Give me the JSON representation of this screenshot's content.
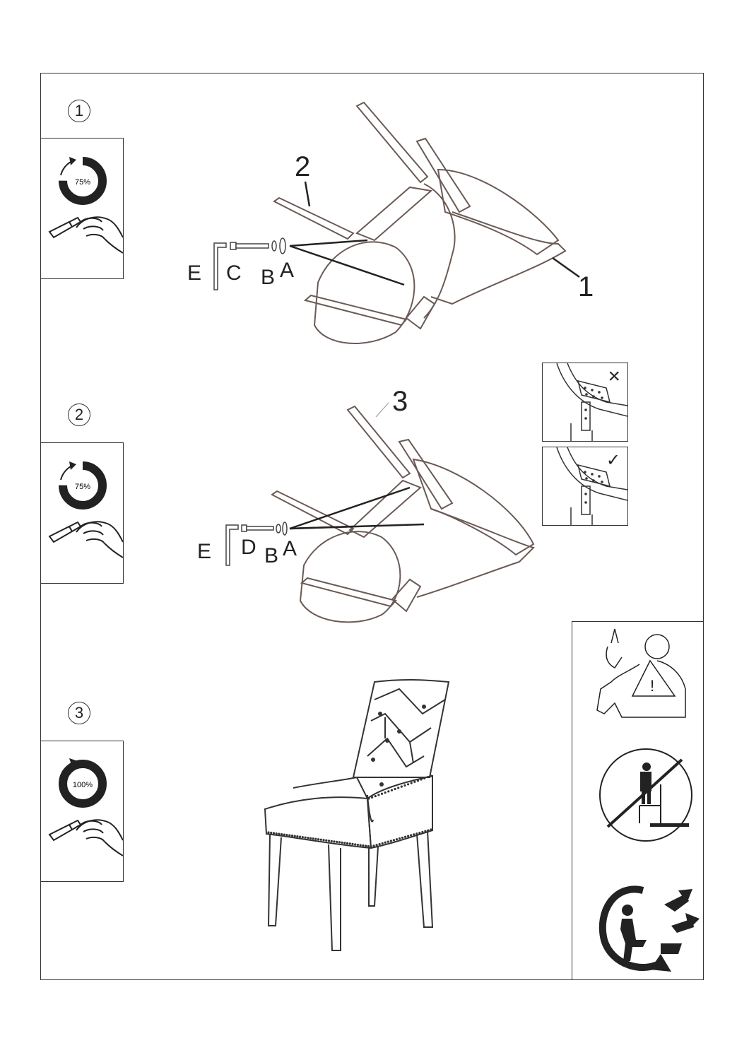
{
  "steps": [
    {
      "number": "1",
      "tool_percent": "75%"
    },
    {
      "number": "2",
      "tool_percent": "75%"
    },
    {
      "number": "3",
      "tool_percent": "100%"
    }
  ],
  "step1": {
    "part_labels": [
      "2",
      "1"
    ],
    "hardware_labels": [
      "E",
      "C",
      "B",
      "A"
    ]
  },
  "step2": {
    "part_labels": [
      "3"
    ],
    "hardware_labels": [
      "E",
      "D",
      "B",
      "A"
    ]
  },
  "detail_marks": {
    "wrong": "×",
    "right": "✓"
  },
  "safety_icons": [
    "warning-icon",
    "no-standing-icon",
    "recycle-icon"
  ],
  "colors": {
    "line": "#333333",
    "chair_outline": "#6b5a55"
  }
}
